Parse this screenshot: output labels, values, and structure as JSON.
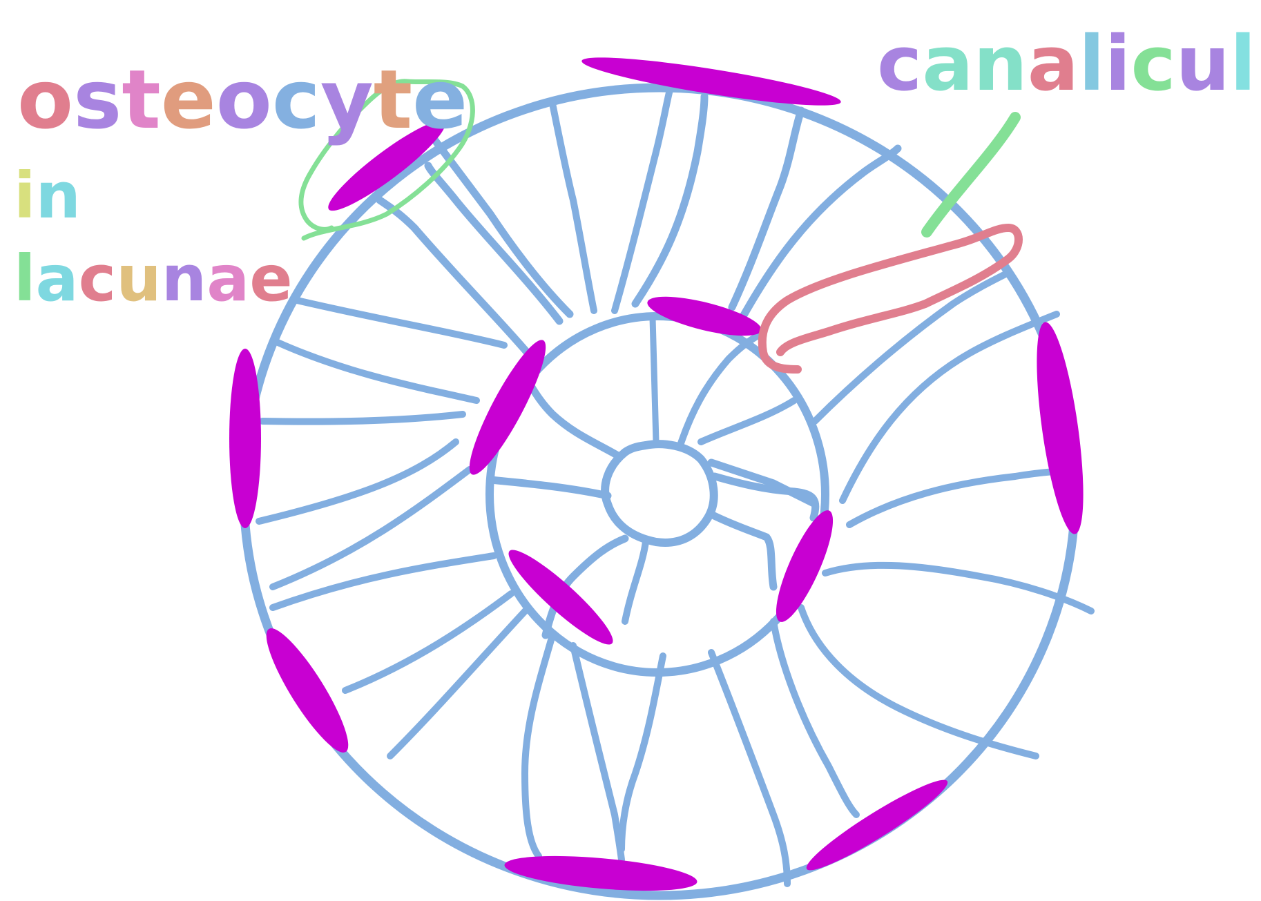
{
  "labels": {
    "osteocyte": "osteocyte",
    "in": "in",
    "lacunae": "lacunae",
    "canaliculi": "canaliculi"
  },
  "colors": {
    "background": "#ffffff",
    "canal_lines": "#82aee0",
    "lacunae_cells": "#c800d2",
    "osteocyte_highlight": "#84e096",
    "canaliculi_highlight": "#e07e8e",
    "canaliculi_pointer": "#84e096"
  },
  "letter_colors": {
    "osteocyte": [
      "#e07e8e",
      "#a884e0",
      "#e084c8",
      "#e09c7e",
      "#a884e0",
      "#84b0e0",
      "#a884e0",
      "#e0a07e",
      "#84b0e0"
    ],
    "in": [
      "#d8e07e",
      "#7ed8e0"
    ],
    "lacunae": [
      "#84e096",
      "#7ed8e0",
      "#e07e8e",
      "#e0c07e",
      "#a884e0",
      "#e084c8",
      "#e07e8e"
    ],
    "canaliculi": [
      "#a884e0",
      "#84e0c8",
      "#84e0c8",
      "#e07e8e",
      "#84c8e0",
      "#a884e0",
      "#84e096",
      "#a884e0",
      "#84e0e0",
      "#a884e0"
    ]
  },
  "icons": {
    "osteon_diagram": "osteon-cross-section-icon"
  }
}
